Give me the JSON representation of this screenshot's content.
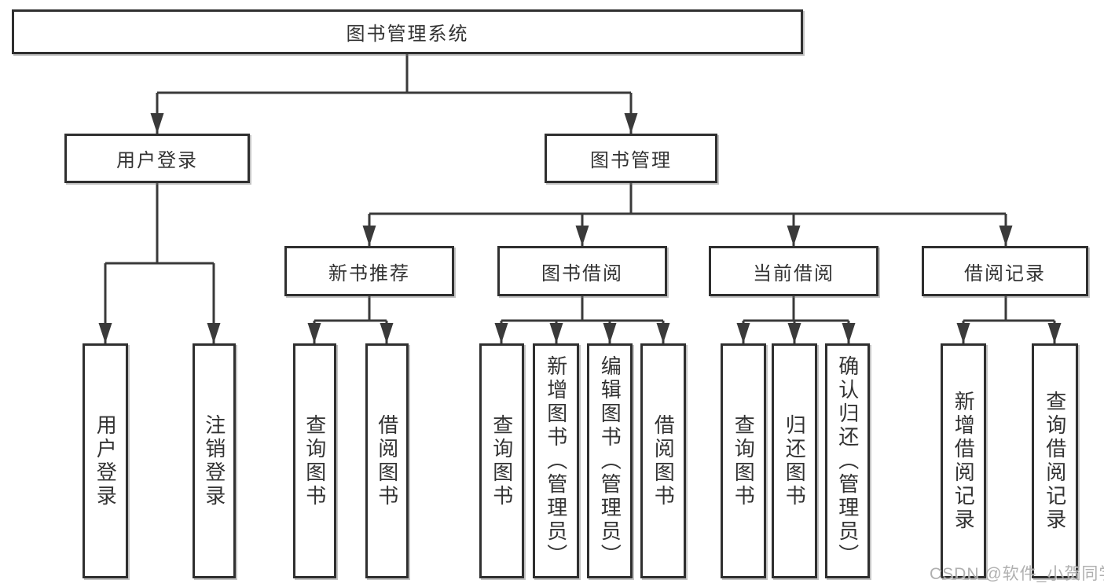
{
  "style": {
    "line_color": "#3a3a3a",
    "border_color": "#2f2f2f",
    "text_color": "#333333",
    "background": "#ffffff",
    "watermark_color": "#a8a8a8"
  },
  "tree": {
    "label": "图书管理系统",
    "children": [
      {
        "label": "用户登录",
        "children": [
          {
            "label": "用户登录"
          },
          {
            "label": "注销登录"
          }
        ]
      },
      {
        "label": "图书管理",
        "children": [
          {
            "label": "新书推荐",
            "children": [
              {
                "label": "查询图书"
              },
              {
                "label": "借阅图书"
              }
            ]
          },
          {
            "label": "图书借阅",
            "children": [
              {
                "label": "查询图书"
              },
              {
                "label": "新增图书（管理员）"
              },
              {
                "label": "编辑图书（管理员）"
              },
              {
                "label": "借阅图书"
              }
            ]
          },
          {
            "label": "当前借阅",
            "children": [
              {
                "label": "查询图书"
              },
              {
                "label": "归还图书"
              },
              {
                "label": "确认归还（管理员）"
              }
            ]
          },
          {
            "label": "借阅记录",
            "children": [
              {
                "label": "新增借阅记录"
              },
              {
                "label": "查询借阅记录"
              }
            ]
          }
        ]
      }
    ]
  },
  "watermark": {
    "text": "CSDN @软件_小贺同学"
  }
}
